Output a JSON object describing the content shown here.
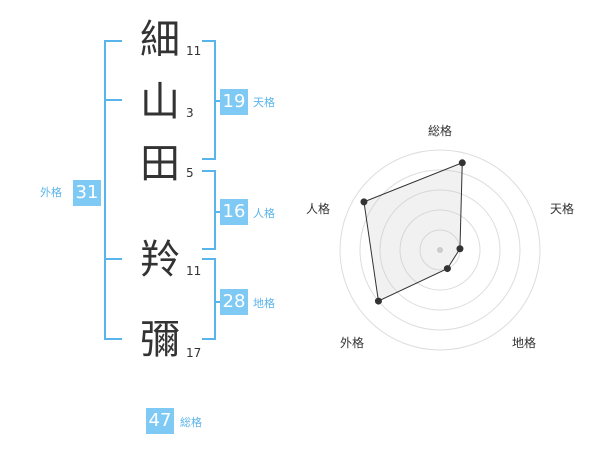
{
  "name": {
    "chars": [
      {
        "char": "細",
        "strokes": "11"
      },
      {
        "char": "山",
        "strokes": "3"
      },
      {
        "char": "田",
        "strokes": "5"
      },
      {
        "char": "羚",
        "strokes": "11"
      },
      {
        "char": "彌",
        "strokes": "17"
      }
    ]
  },
  "fortunes": {
    "tenkaku": {
      "value": "19",
      "label": "天格"
    },
    "jinkaku": {
      "value": "16",
      "label": "人格"
    },
    "chikaku": {
      "value": "28",
      "label": "地格"
    },
    "gaikaku": {
      "value": "31",
      "label": "外格"
    },
    "soukaku": {
      "value": "47",
      "label": "総格"
    }
  },
  "chart_data": {
    "type": "radar",
    "axes": [
      "総格",
      "天格",
      "地格",
      "外格",
      "人格"
    ],
    "values": [
      4.5,
      1,
      1,
      4,
      4.5
    ],
    "max": 5,
    "rings": 5
  },
  "colors": {
    "accent": "#5ab4ec",
    "badge": "#7fcaf5",
    "text": "#333333"
  }
}
